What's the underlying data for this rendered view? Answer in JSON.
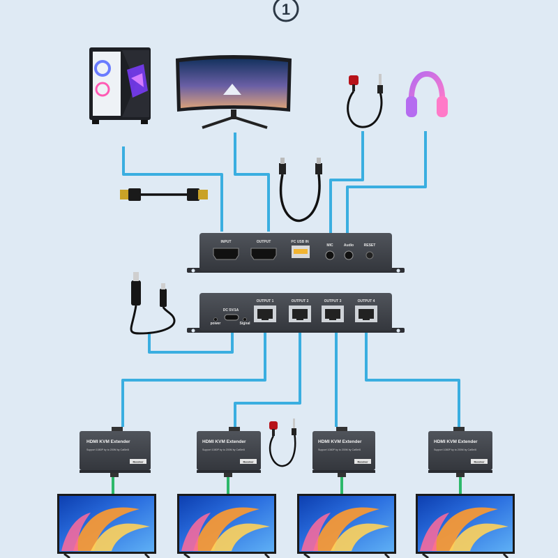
{
  "step": "1",
  "top_unit": {
    "ports": [
      "INPUT",
      "OUTPUT",
      "PC USB IN",
      "MIC",
      "Audio",
      "RESET"
    ]
  },
  "bottom_unit": {
    "dc_label": "DC 5V/1A",
    "power_label": "power",
    "signal_label": "Signal",
    "outputs": [
      "OUTPUT 1",
      "OUTPUT 2",
      "OUTPUT 3",
      "OUTPUT 4"
    ]
  },
  "extender": {
    "title": "HDMI KVM Extender",
    "subtitle": "Support 1080P by to 200M by Cat5e/6",
    "badge": "Receiver"
  },
  "colors": {
    "background": "#dfeaf4",
    "cable_blue": "#3aaee0",
    "cable_green": "#2db86a",
    "device_body": "#3d4046"
  },
  "icons": [
    "pc-tower-icon",
    "monitor-icon",
    "usb-cable-icon",
    "hdmi-cable-icon",
    "microphone-icon",
    "headphones-icon",
    "usbc-power-cable-icon",
    "tv-icon"
  ]
}
